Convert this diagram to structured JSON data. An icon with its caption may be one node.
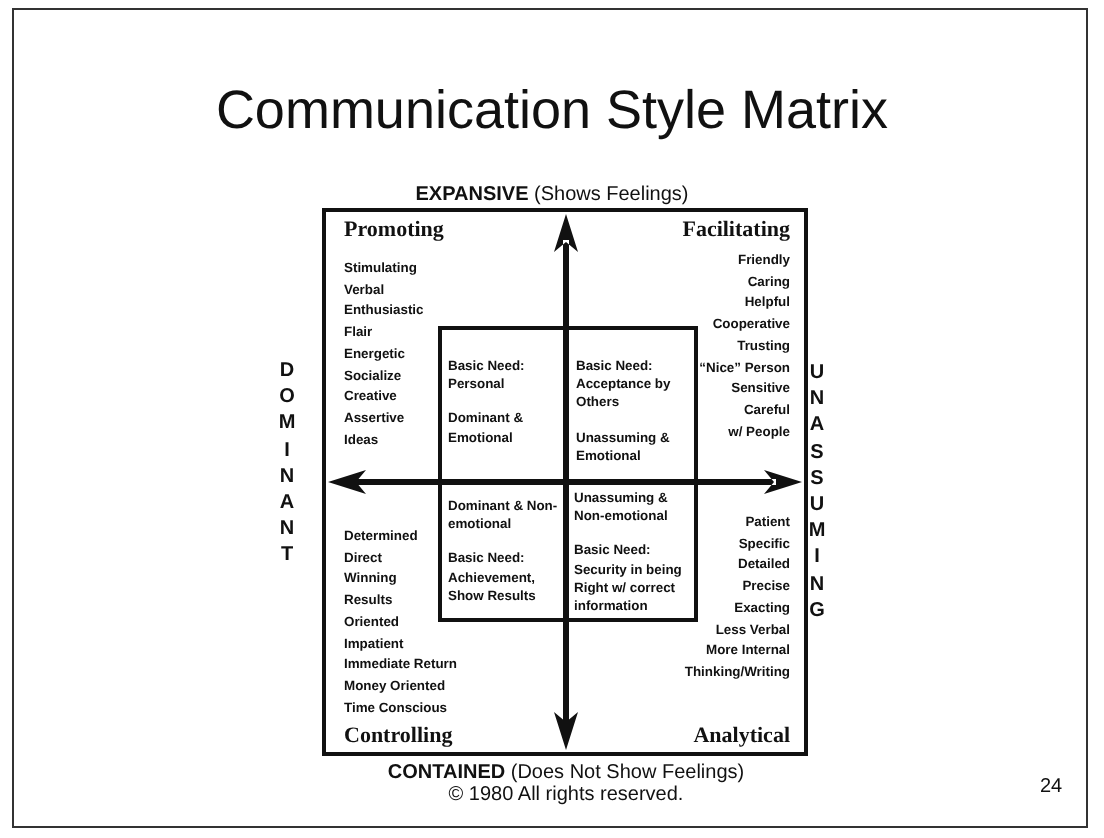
{
  "diagram": {
    "title": "Communication Style Matrix",
    "nodes": [
      {
        "text": [
          "Promoting",
          "Stimulating",
          "Verbal",
          "Enthusiastic",
          "Flair",
          "Energetic",
          "Socialize",
          "Creative",
          "Assertive",
          "Ideas"
        ]
      },
      {
        "text": [
          "Facilitating",
          "Friendly",
          "Caring",
          "Helpful",
          "Cooperative",
          "Trusting",
          "“Nice” Person",
          "Sensitive",
          "Careful",
          "w/ People"
        ]
      },
      {
        "text": [
          "Determined",
          "Direct",
          "Winning",
          "Results Oriented",
          "Impatient",
          "Immediate Return",
          "Money Oriented",
          "Time Conscious",
          "Controlling"
        ]
      },
      {
        "text": [
          "Patient",
          "Specific",
          "Detailed",
          "Precise",
          "Exacting",
          "Less Verbal",
          "More Internal",
          "Thinking/Writing",
          "Analytical"
        ]
      },
      {
        "text": [
          "Basic Need: Personal",
          "Dominant & Emotional"
        ],
        "in": 0
      },
      {
        "text": [
          "Basic Need: Acceptance by Others",
          "Unassuming & Emotional"
        ],
        "in": 1
      },
      {
        "text": [
          "Dominant & Non-emotional",
          "Basic Need: Achievement, Show Results"
        ],
        "in": 2
      },
      {
        "text": [
          "Unassuming & Non-emotional",
          "Basic Need: Security in being Right w/ correct information"
        ],
        "in": 3
      }
    ],
    "edges": [],
    "labels": [
      "**EXPANSIVE** (Shows Feelings)",
      "DOMINANT",
      "UNASSUMING",
      "**CONTAINED** (Does Not Show Feelings)",
      "© 1980 All rights reserved.",
      "24"
    ]
  }
}
